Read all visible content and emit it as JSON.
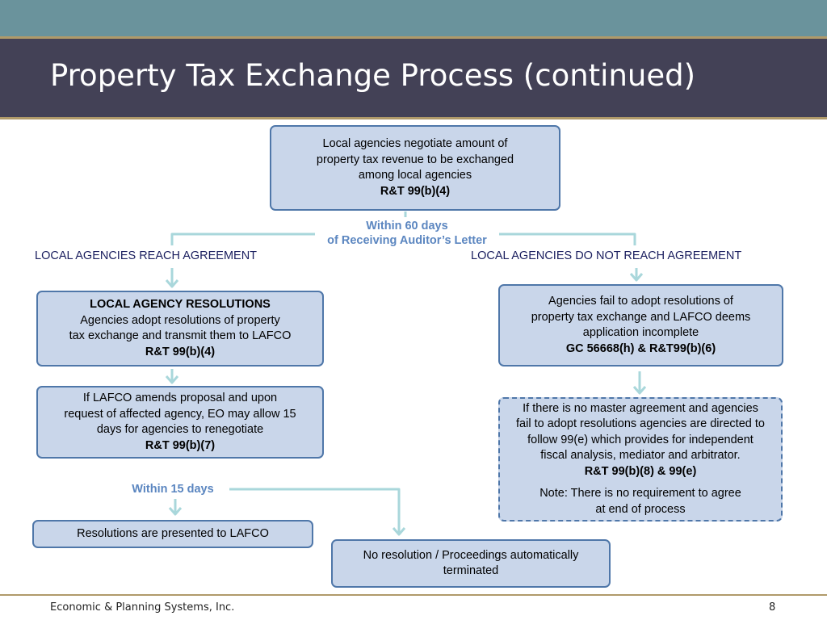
{
  "slide": {
    "title": "Property Tax Exchange Process (continued)",
    "footer_company": "Economic & Planning Systems, Inc.",
    "page_number": "8"
  },
  "top_box": {
    "lines": [
      "Local agencies negotiate amount of",
      "property tax revenue to be exchanged",
      "among local agencies"
    ],
    "code": "R&T 99(b)(4)"
  },
  "timing": {
    "sixty_days_line1": "Within 60 days",
    "sixty_days_line2": "of Receiving Auditor’s Letter",
    "fifteen_days": "Within 15 days"
  },
  "left_branch": {
    "label": "LOCAL  AGENCIES REACH AGREEMENT",
    "resolutions_box": {
      "heading": "LOCAL AGENCY RESOLUTIONS",
      "lines": [
        "Agencies adopt resolutions of property",
        "tax exchange and transmit them to LAFCO"
      ],
      "code": "R&T 99(b)(4)"
    },
    "amend_box": {
      "lines": [
        "If LAFCO amends proposal and upon",
        "request of affected agency, EO may allow 15",
        "days for agencies to renegotiate"
      ],
      "code": "R&T 99(b)(7)"
    },
    "presented_box": {
      "text": "Resolutions are presented to LAFCO"
    }
  },
  "right_branch": {
    "label": "LOCAL  AGENCIES DO NOT REACH AGREEMENT",
    "fail_box": {
      "lines": [
        "Agencies fail to adopt resolutions of",
        "property tax exchange and LAFCO deems",
        "application incomplete"
      ],
      "code": "GC 56668(h) & R&T99(b)(6)"
    },
    "master_box": {
      "lines": [
        "If there is no master agreement and agencies",
        "fail to adopt resolutions agencies are directed to",
        "follow 99(e) which provides for independent",
        "fiscal analysis, mediator and arbitrator."
      ],
      "code": "R&T 99(b)(8) & 99(e)",
      "note_lines": [
        "Note: There is no requirement to agree",
        "at end of process"
      ]
    }
  },
  "terminated_box": {
    "lines": [
      "No resolution / Proceedings automatically",
      "terminated"
    ]
  },
  "colors": {
    "top_band": "#6a939c",
    "title_bar": "#434156",
    "accent_line": "#b09a6a",
    "box_fill": "#c9d6ea",
    "box_border": "#4f77a9",
    "connector": "#a9d7db",
    "timing_text": "#5b86c0",
    "branch_label": "#1c2060"
  }
}
